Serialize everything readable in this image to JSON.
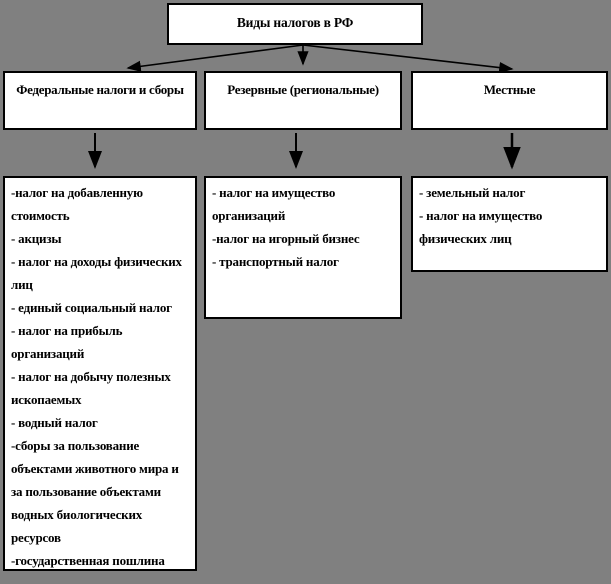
{
  "title_box": {
    "label": "Виды налогов в РФ"
  },
  "columns": [
    {
      "header": "Федеральные налоги и сборы",
      "items": [
        "-налог на добавленную стоимость",
        "- акцизы",
        "- налог на доходы физических лиц",
        "- единый социальный налог",
        "- налог на прибыль организаций",
        "- налог на добычу полезных ископаемых",
        "- водный налог",
        "-сборы за пользование объектами животного мира и за пользование объектами водных биологических ресурсов",
        "-государственная пошлина"
      ]
    },
    {
      "header": "Резервные (региональные)",
      "items": [
        "- налог на имущество организаций",
        "-налог на игорный бизнес",
        "- транспортный налог"
      ]
    },
    {
      "header": "Местные",
      "items": [
        "- земельный налог",
        "- налог на имущество физических лиц"
      ]
    }
  ],
  "colors": {
    "background": "#808080",
    "box_background": "#FFFFFF",
    "border": "#000000",
    "text": "#000000"
  }
}
